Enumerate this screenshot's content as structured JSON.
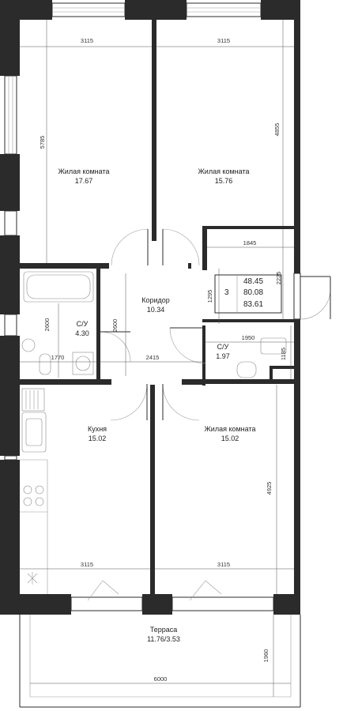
{
  "rooms": {
    "living1": {
      "name": "Жилая комната",
      "area": "17.67"
    },
    "living2": {
      "name": "Жилая комната",
      "area": "15.76"
    },
    "corridor": {
      "name": "Коридор",
      "area": "10.34"
    },
    "bath1": {
      "name": "С/У",
      "area": "4.30"
    },
    "bath2": {
      "name": "С/У",
      "area": "1.97"
    },
    "kitchen": {
      "name": "Кухня",
      "area": "15.02"
    },
    "living3": {
      "name": "Жилая комната",
      "area": "15.02"
    },
    "terrace": {
      "name": "Терраса",
      "area": "11.76/3.53"
    }
  },
  "summary": {
    "rooms_count": "3",
    "living_area": "48.45",
    "total_area": "80.08",
    "total_with_terrace": "83.61"
  },
  "dimensions": {
    "top_left_width": "3115",
    "top_right_width": "3115",
    "left_room_height": "5785",
    "right_room_height": "4855",
    "summary_width": "1845",
    "summary_height": "2225",
    "corridor_height": "1295",
    "bath1_height": "2600",
    "bath1_width": "1770",
    "corridor_left_height": "2600",
    "corridor_width": "2415",
    "bath2_width": "1950",
    "bath2_height": "1185",
    "bottom_room_height": "4925",
    "bottom_left_width": "3115",
    "bottom_right_width": "3115",
    "terrace_height": "1960",
    "terrace_width": "6000"
  }
}
